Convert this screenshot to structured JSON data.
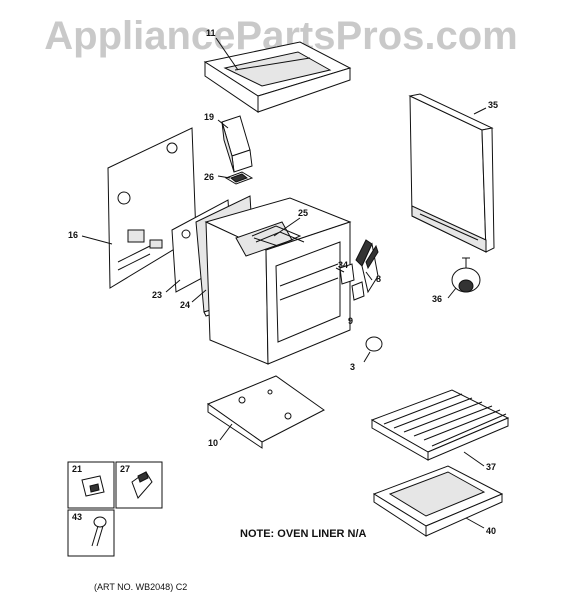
{
  "watermark": "AppliancePartsPros.com",
  "note": "NOTE: OVEN LINER N/A",
  "art_number": "(ART NO. WB2048) C2",
  "callouts": [
    "11",
    "19",
    "26",
    "25",
    "35",
    "16",
    "23",
    "24",
    "34",
    "8",
    "9",
    "36",
    "3",
    "10",
    "21",
    "27",
    "37",
    "43",
    "40"
  ]
}
